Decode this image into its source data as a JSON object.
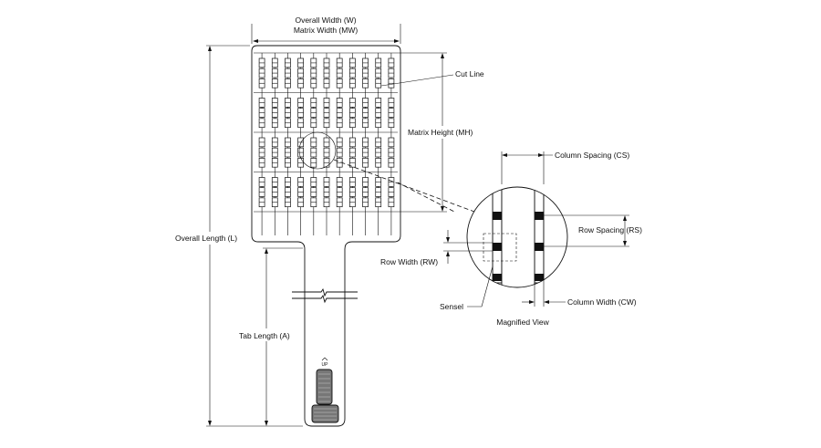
{
  "labels": {
    "overall_width": "Overall Width (W)",
    "matrix_width": "Matrix Width (MW)",
    "cut_line": "Cut Line",
    "matrix_height": "Matrix Height (MH)",
    "overall_length": "Overall Length (L)",
    "tab_length": "Tab Length (A)",
    "column_spacing": "Column Spacing (CS)",
    "row_spacing": "Row Spacing (RS)",
    "row_width": "Row Width (RW)",
    "sensel": "Sensel",
    "column_width": "Column Width (CW)",
    "magnified_view": "Magnified View",
    "up_mark": "UP"
  },
  "matrix": {
    "columns": 11,
    "row_bands": 4
  }
}
